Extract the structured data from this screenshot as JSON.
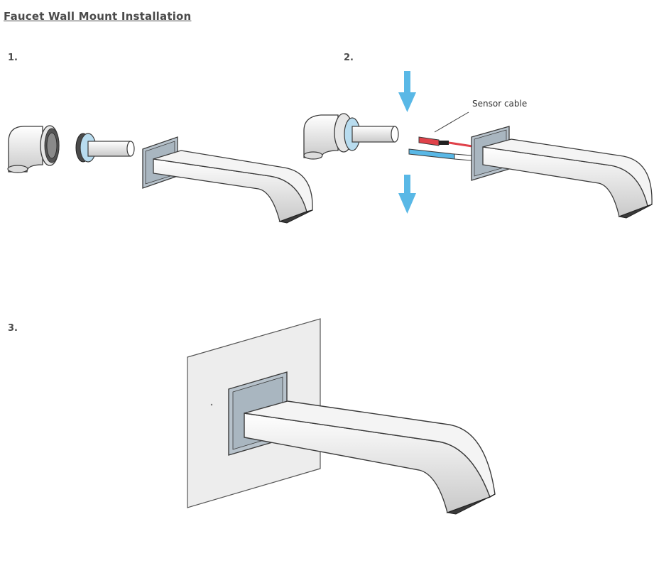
{
  "title": "Faucet Wall Mount Installation",
  "steps": [
    {
      "label": "1."
    },
    {
      "label": "2.",
      "callout": "Sensor cable"
    },
    {
      "label": "3."
    }
  ],
  "colors": {
    "accent_blue": "#59b8e6",
    "light_blue": "#b8dcef",
    "plate_gray": "#b7c2cb",
    "wall_gray": "#ededed",
    "stroke": "#3b3b3b",
    "cable_red": "#e0424a"
  }
}
